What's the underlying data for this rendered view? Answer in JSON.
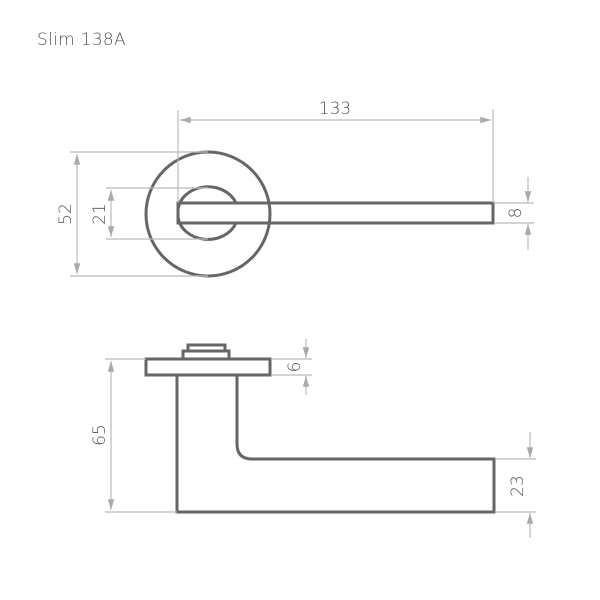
{
  "title": "Slim 138A",
  "top_view": {
    "dimensions": {
      "lever_length": "133",
      "rosette_diameter": "52",
      "inner_diameter": "21",
      "lever_thickness": "8"
    }
  },
  "side_view": {
    "dimensions": {
      "total_height": "65",
      "rosette_thickness": "6",
      "lever_height": "23"
    }
  },
  "colors": {
    "outline": "#666666",
    "dimension_lines": "#bbbbbb",
    "text": "#555555"
  }
}
